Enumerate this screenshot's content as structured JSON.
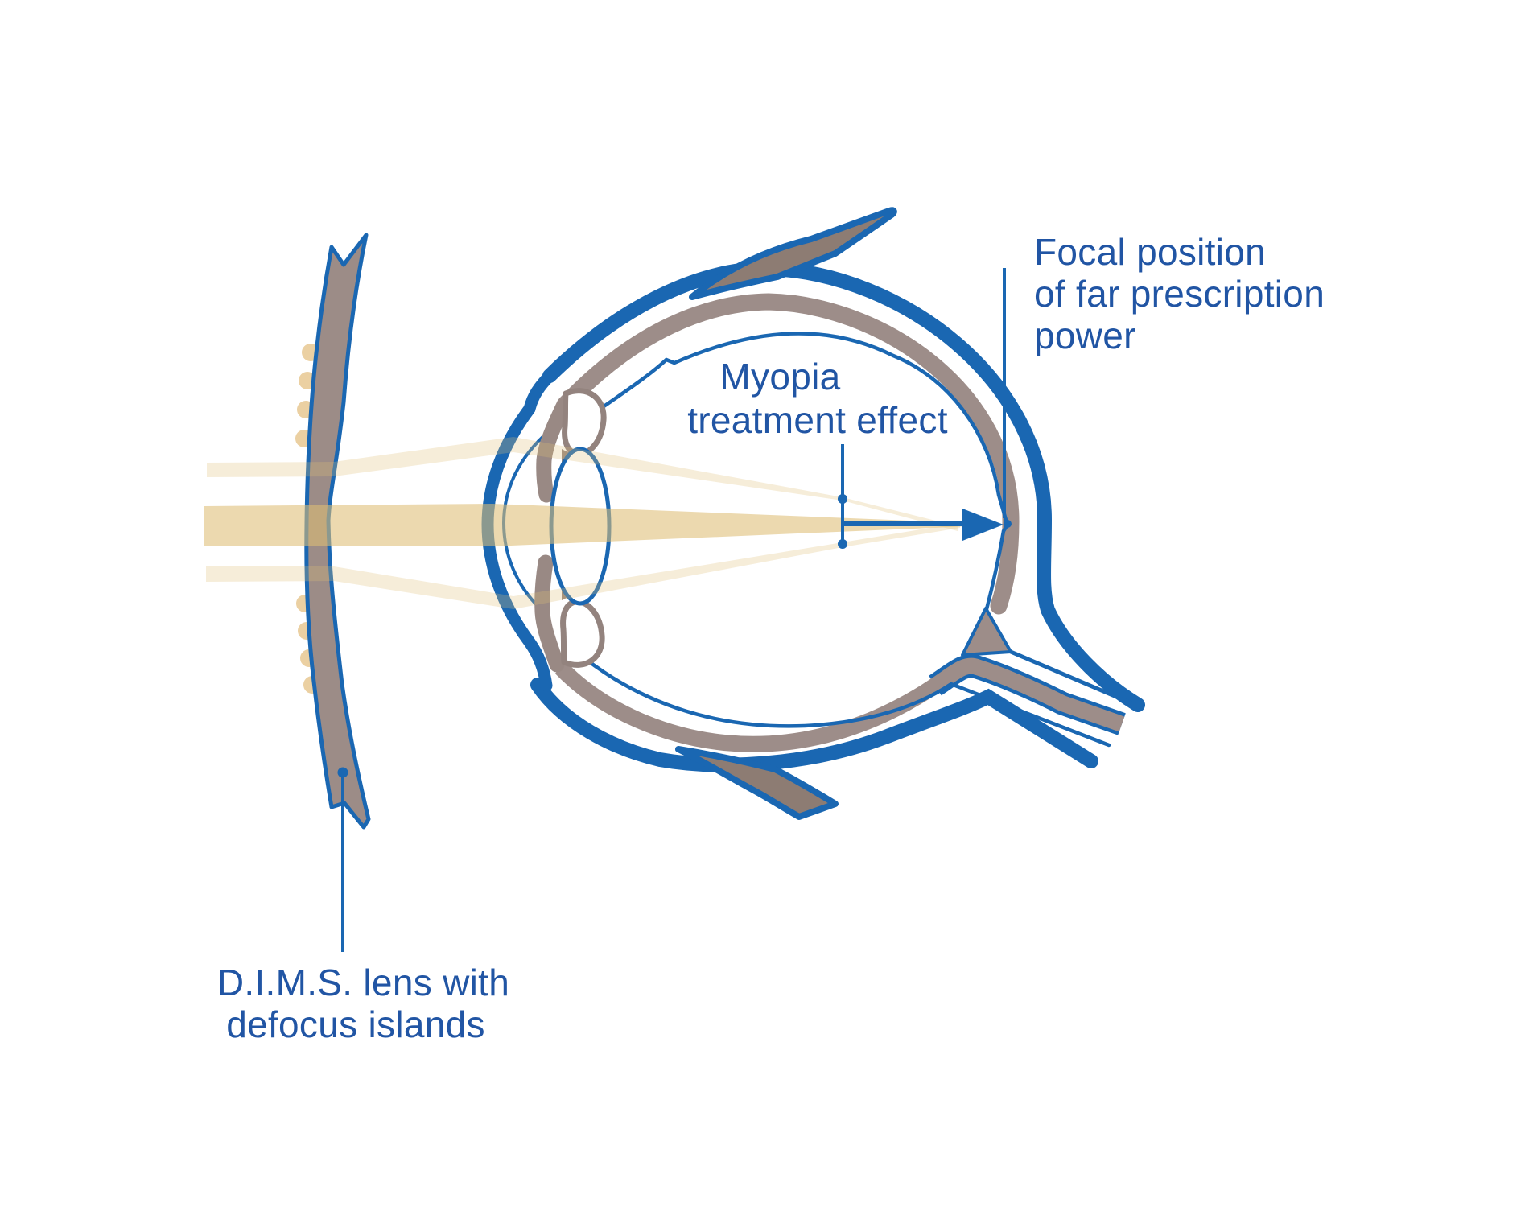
{
  "title": "DIMS lens myopia treatment diagram",
  "labels": {
    "myopia": {
      "line1": "Myopia",
      "line2": "treatment effect"
    },
    "focal": {
      "line1": "Focal position",
      "line2": "of far prescription",
      "line3": "power"
    },
    "dims": {
      "line1": "D.I.M.S. lens with",
      "line2": "defocus islands"
    }
  },
  "colors": {
    "outline_blue": "#1a67b2",
    "text_blue": "#2155a4",
    "sclera_taupe": "#9d8d89",
    "muscle_brown": "#8d7c73",
    "beam_tan": "#ecd8ad",
    "defocus_island_tan": "#ebd0a2",
    "background": "#ffffff"
  },
  "annotations": {
    "focus_points": 2,
    "arrow_direction": "right",
    "defocus_island_count": 8
  }
}
